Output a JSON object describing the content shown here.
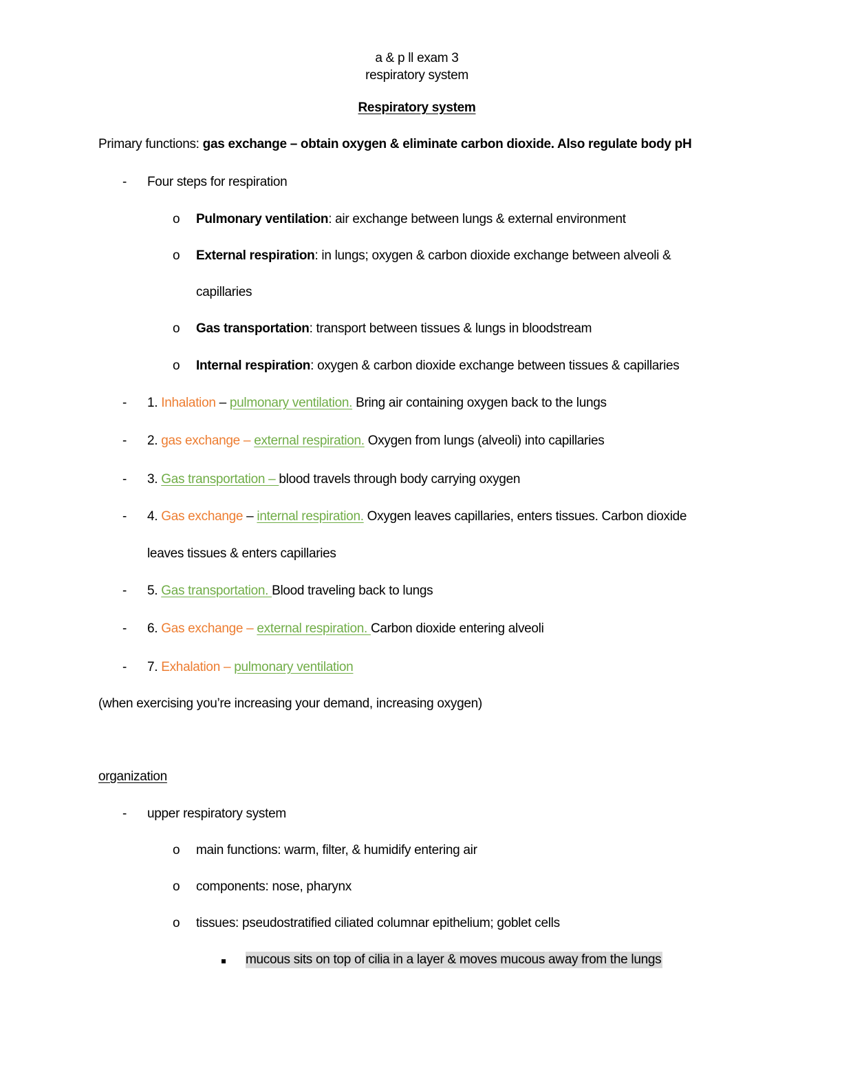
{
  "header": {
    "line1": "a & p ll exam 3",
    "line2": "respiratory system",
    "title": "Respiratory system"
  },
  "primary": {
    "label": "Primary functions: ",
    "bold": "gas exchange – obtain oxygen & eliminate carbon dioxide. Also regulate body pH"
  },
  "four_steps": {
    "dash": "-",
    "label": "Four steps for respiration",
    "items": [
      {
        "bullet": "o",
        "term": "Pulmonary ventilation",
        "desc": ": air exchange between lungs & external environment"
      },
      {
        "bullet": "o",
        "term": "External respiration",
        "desc": ": in lungs; oxygen & carbon dioxide exchange between alveoli &",
        "cont": "capillaries"
      },
      {
        "bullet": "o",
        "term": "Gas transportation",
        "desc": ": transport between tissues & lungs in bloodstream"
      },
      {
        "bullet": "o",
        "term": "Internal respiration",
        "desc": ": oxygen & carbon dioxide exchange between tissues & capillaries"
      }
    ]
  },
  "steps": [
    {
      "num": "1. ",
      "orange": "Inhalation",
      "sep": " – ",
      "green": "pulmonary ventilation.",
      "text": " Bring air containing oxygen back to the lungs"
    },
    {
      "num": "2. ",
      "orange": "gas exchange – ",
      "sep": "",
      "green": "external respiration.",
      "text": " Oxygen from lungs (alveoli) into capillaries"
    },
    {
      "num": "3. ",
      "orange": "",
      "sep": "",
      "green": "Gas transportation – ",
      "text": "blood travels through body carrying oxygen"
    },
    {
      "num": "4. ",
      "orange": "Gas exchange",
      "sep": " – ",
      "green": "internal respiration.",
      "text": " Oxygen leaves capillaries, enters tissues. Carbon dioxide",
      "cont": "leaves tissues & enters capillaries"
    },
    {
      "num": "5. ",
      "orange": "",
      "sep": "",
      "green": "Gas transportation. ",
      "text": "Blood traveling back to lungs"
    },
    {
      "num": "6. ",
      "orange": "Gas exchange – ",
      "sep": "",
      "green": "external respiration. ",
      "text": "Carbon dioxide entering alveoli"
    },
    {
      "num": "7. ",
      "orange": "Exhalation – ",
      "sep": "",
      "green": "pulmonary ventilation",
      "text": ""
    }
  ],
  "note": "(when exercising you’re increasing your demand, increasing oxygen)",
  "organization": {
    "heading": "organization",
    "upper": "upper respiratory system",
    "items": [
      {
        "bullet": "o",
        "text": "main functions: warm, filter, & humidify entering air"
      },
      {
        "bullet": "o",
        "text": "components: nose, pharynx"
      },
      {
        "bullet": "o",
        "text": "tissues: pseudostratified ciliated columnar epithelium; goblet cells"
      }
    ],
    "sub_item": "mucous sits on top of cilia in a layer & moves mucous away from the lungs"
  },
  "colors": {
    "orange": "#ed7d31",
    "green": "#70ad47",
    "highlight": "#d9d9d9"
  }
}
